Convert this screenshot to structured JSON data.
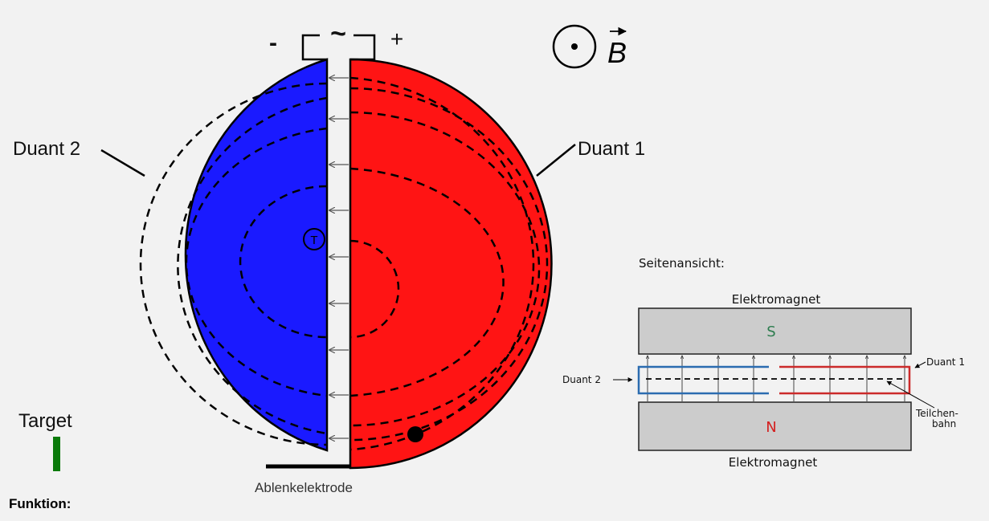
{
  "main_diagram": {
    "minus_label": "-",
    "plus_label": "+",
    "ac_symbol": "~",
    "field_label": "B",
    "duant_left": "Duant 2",
    "duant_right": "Duant 1",
    "target_label": "Target",
    "deflector_label": "Ablenkelektrode",
    "source_label": "T"
  },
  "side_view": {
    "title": "Seitenansicht:",
    "top_magnet_label": "Elektromagnet",
    "bottom_magnet_label": "Elektromagnet",
    "south_pole": "S",
    "north_pole": "N",
    "duant_left": "Duant 2",
    "duant_right": "Duant 1",
    "path_label_1": "Teilchen-",
    "path_label_2": "bahn"
  },
  "colors": {
    "duant_2": "#1a1aff",
    "duant_1": "#ff1414",
    "target": "#0a7a0a",
    "side_duant_2": "#2b6cb0",
    "side_duant_1": "#cc2a2a",
    "magnet": "#cccccc",
    "pole_s": "#2e7d4f",
    "pole_n": "#d42020"
  },
  "footer": {
    "heading": "Funktion:"
  }
}
